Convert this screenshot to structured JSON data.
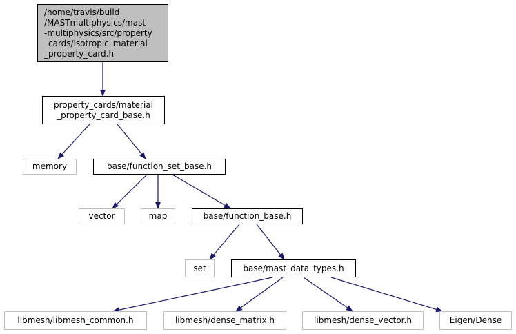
{
  "nodes": [
    {
      "id": "root",
      "kind": "root",
      "lines": [
        "/home/travis/build",
        "/MASTmultiphysics/mast",
        "-multiphysics/src/property",
        "_cards/isotropic_material",
        "_property_card.h"
      ]
    },
    {
      "id": "material_base",
      "kind": "normal",
      "lines": [
        "property_cards/material",
        "_property_card_base.h"
      ]
    },
    {
      "id": "memory",
      "kind": "external",
      "lines": [
        "memory"
      ]
    },
    {
      "id": "function_set_base",
      "kind": "normal",
      "lines": [
        "base/function_set_base.h"
      ]
    },
    {
      "id": "vector",
      "kind": "external",
      "lines": [
        "vector"
      ]
    },
    {
      "id": "map",
      "kind": "external",
      "lines": [
        "map"
      ]
    },
    {
      "id": "function_base",
      "kind": "normal",
      "lines": [
        "base/function_base.h"
      ]
    },
    {
      "id": "set",
      "kind": "external",
      "lines": [
        "set"
      ]
    },
    {
      "id": "mast_data_types",
      "kind": "normal",
      "lines": [
        "base/mast_data_types.h"
      ]
    },
    {
      "id": "libmesh_common",
      "kind": "external",
      "lines": [
        "libmesh/libmesh_common.h"
      ]
    },
    {
      "id": "dense_matrix",
      "kind": "external",
      "lines": [
        "libmesh/dense_matrix.h"
      ]
    },
    {
      "id": "dense_vector",
      "kind": "external",
      "lines": [
        "libmesh/dense_vector.h"
      ]
    },
    {
      "id": "eigen_dense",
      "kind": "external",
      "lines": [
        "Eigen/Dense"
      ]
    }
  ],
  "edges": [
    {
      "from": "root",
      "to": "material_base"
    },
    {
      "from": "material_base",
      "to": "memory"
    },
    {
      "from": "material_base",
      "to": "function_set_base"
    },
    {
      "from": "function_set_base",
      "to": "vector"
    },
    {
      "from": "function_set_base",
      "to": "map"
    },
    {
      "from": "function_set_base",
      "to": "function_base"
    },
    {
      "from": "function_base",
      "to": "set"
    },
    {
      "from": "function_base",
      "to": "mast_data_types"
    },
    {
      "from": "mast_data_types",
      "to": "libmesh_common"
    },
    {
      "from": "mast_data_types",
      "to": "dense_matrix"
    },
    {
      "from": "mast_data_types",
      "to": "dense_vector"
    },
    {
      "from": "mast_data_types",
      "to": "eigen_dense"
    }
  ],
  "colors": {
    "edge": "#191970",
    "root_fill": "#bfbfbf",
    "external_border": "#bfbfbf",
    "border": "#000000"
  }
}
